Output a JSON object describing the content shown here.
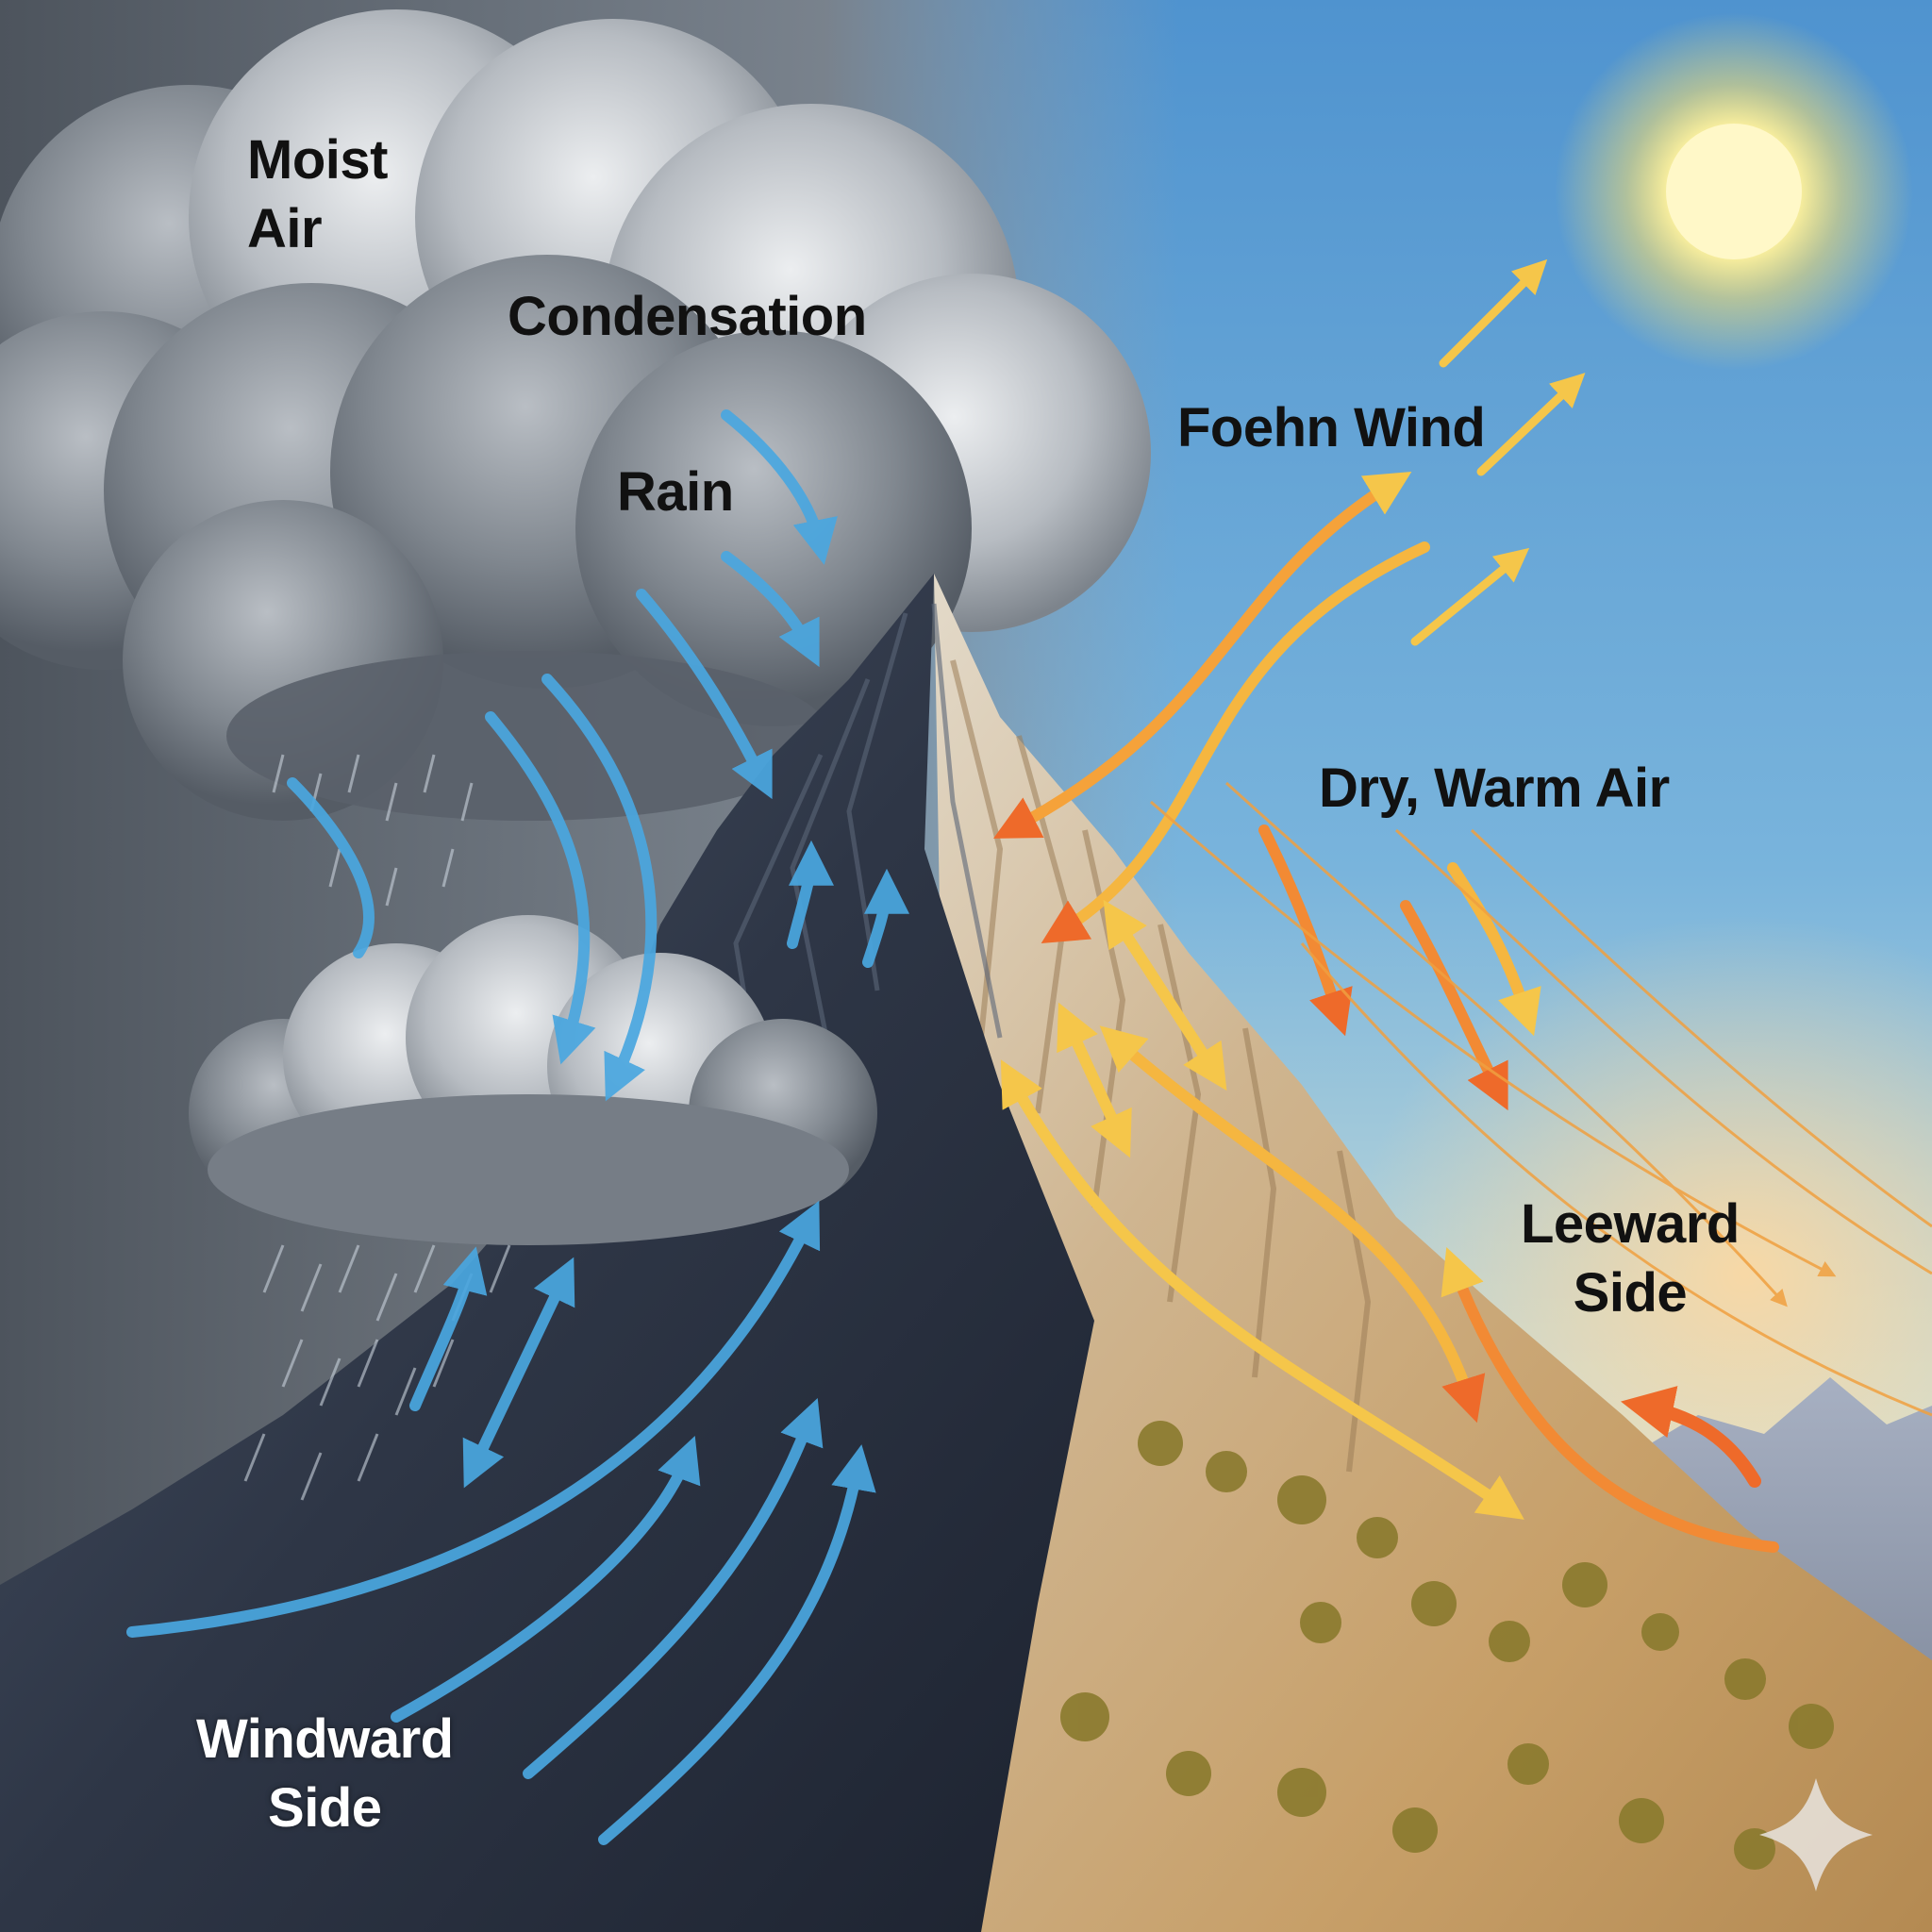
{
  "labels": {
    "moist_air": "Moist\nAir",
    "condensation": "Condensation",
    "rain": "Rain",
    "foehn_wind": "Foehn Wind",
    "dry_warm_air": "Dry, Warm Air",
    "leeward_side": "Leeward\nSide",
    "windward_side": "Windward\nSide"
  },
  "icons": {
    "sun": "sun-icon",
    "watermark": "sparkle-icon"
  },
  "colors": {
    "sky_top": "#5b9fd4",
    "sky_horizon": "#f2d9a6",
    "storm_gray": "#4a525c",
    "cloud_light": "#d9dcdf",
    "windward_rock": "#2c3444",
    "leeward_rock": "#c9a678",
    "cool_air": "#4aa7e0",
    "warm_air": "#f5c64a",
    "hot_air": "#ee6a2a",
    "sun": "#fff6b0",
    "label_dark": "#111111",
    "label_light": "#ffffff"
  }
}
